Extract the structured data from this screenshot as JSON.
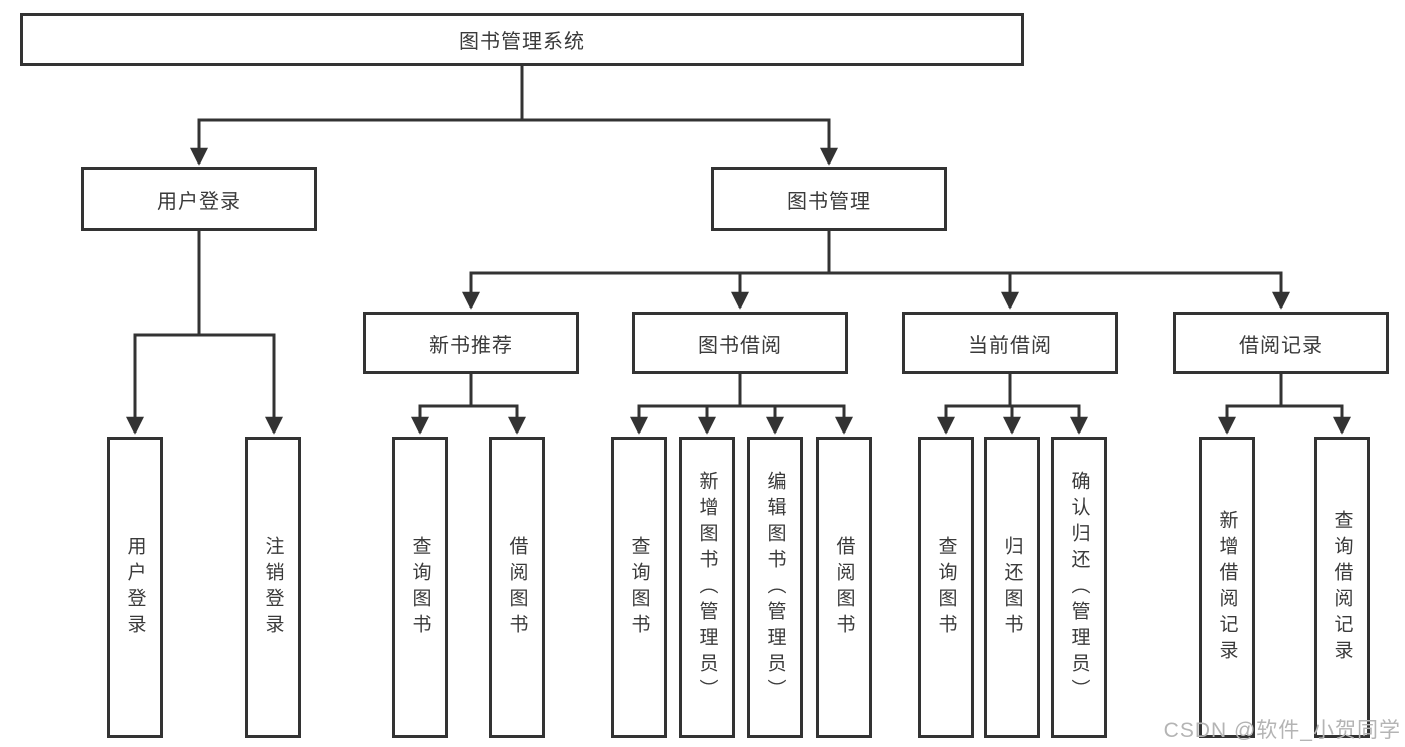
{
  "diagram": {
    "root": {
      "label": "图书管理系统"
    },
    "branches": [
      {
        "label": "用户登录",
        "leaves": [
          {
            "label": "用户登录"
          },
          {
            "label": "注销登录"
          }
        ]
      },
      {
        "label": "图书管理",
        "groups": [
          {
            "label": "新书推荐",
            "leaves": [
              {
                "label": "查询图书"
              },
              {
                "label": "借阅图书"
              }
            ]
          },
          {
            "label": "图书借阅",
            "leaves": [
              {
                "label": "查询图书"
              },
              {
                "label": "新增图书（管理员）"
              },
              {
                "label": "编辑图书（管理员）"
              },
              {
                "label": "借阅图书"
              }
            ]
          },
          {
            "label": "当前借阅",
            "leaves": [
              {
                "label": "查询图书"
              },
              {
                "label": "归还图书"
              },
              {
                "label": "确认归还（管理员）"
              }
            ]
          },
          {
            "label": "借阅记录",
            "leaves": [
              {
                "label": "新增借阅记录"
              },
              {
                "label": "查询借阅记录"
              }
            ]
          }
        ]
      }
    ]
  },
  "watermark": {
    "text": "CSDN @软件_小贺同学"
  },
  "colors": {
    "line": "#333333",
    "box_border": "#333333",
    "text": "#3a3a3a",
    "watermark": "#b4b4b4",
    "background": "#ffffff"
  }
}
